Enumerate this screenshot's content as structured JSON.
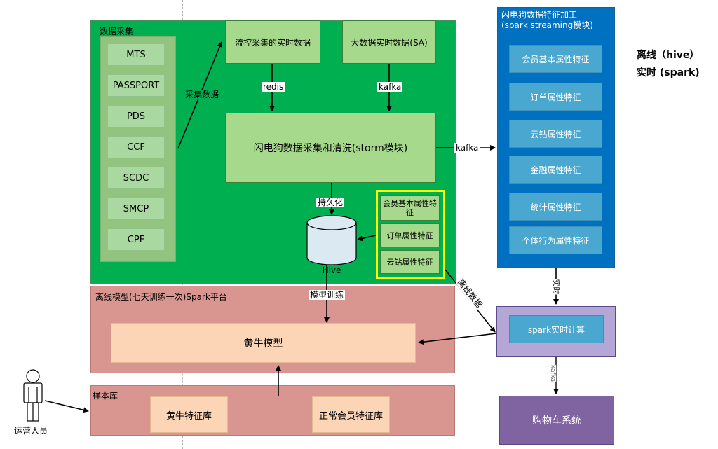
{
  "sections": {
    "collection_title": "数据采集",
    "offline_model_title": "离线模型(七天训练一次)Spark平台",
    "sample_lib_title": "样本库",
    "feature_processing_title": "闪电狗数据特征加工\n(spark streaming模块)"
  },
  "sources": [
    "MTS",
    "PASSPORT",
    "PDS",
    "CCF",
    "SCDC",
    "SMCP",
    "CPF"
  ],
  "top_boxes": {
    "flow_control": "流控采集的实时数据",
    "big_data": "大数据实时数据(SA)"
  },
  "storm_box": "闪电狗数据采集和清洗(storm模块)",
  "hive_label": "Hive",
  "yellow_features": [
    "会员基本属性特征",
    "订单属性特征",
    "云钻属性特征"
  ],
  "blue_features": [
    "会员基本属性特征",
    "订单属性特征",
    "云钻属性特征",
    "金融属性特征",
    "统计属性特征",
    "个体行为属性特征"
  ],
  "model_box": "黄牛模型",
  "sample_items": [
    "黄牛特征库",
    "正常会员特征库"
  ],
  "spark_realtime": "spark实时计算",
  "cart_system": "购物车系统",
  "operator_label": "运营人员",
  "legend": {
    "line1": "离线（hive）",
    "line2": "实时 (spark)"
  },
  "edge_labels": {
    "collect_data": "采集数据",
    "redis": "redis",
    "kafka_top": "kafka",
    "kafka_right": "kafka",
    "persist": "持久化",
    "model_training": "模型训练",
    "offline_data": "离线数据",
    "realtime": "实时",
    "kafka_bottom": "kafka"
  },
  "colors": {
    "collection_bg": "#00b050",
    "light_green": "#a6d98c",
    "blue_panel": "#0070c0",
    "blue_item": "#4aa7d0",
    "offline_bg": "#d99690",
    "model_bg": "#fbd5b5",
    "purple_box": "#b4a7d6",
    "cart_bg": "#8064a2",
    "yellow_border": "#ffff00"
  }
}
